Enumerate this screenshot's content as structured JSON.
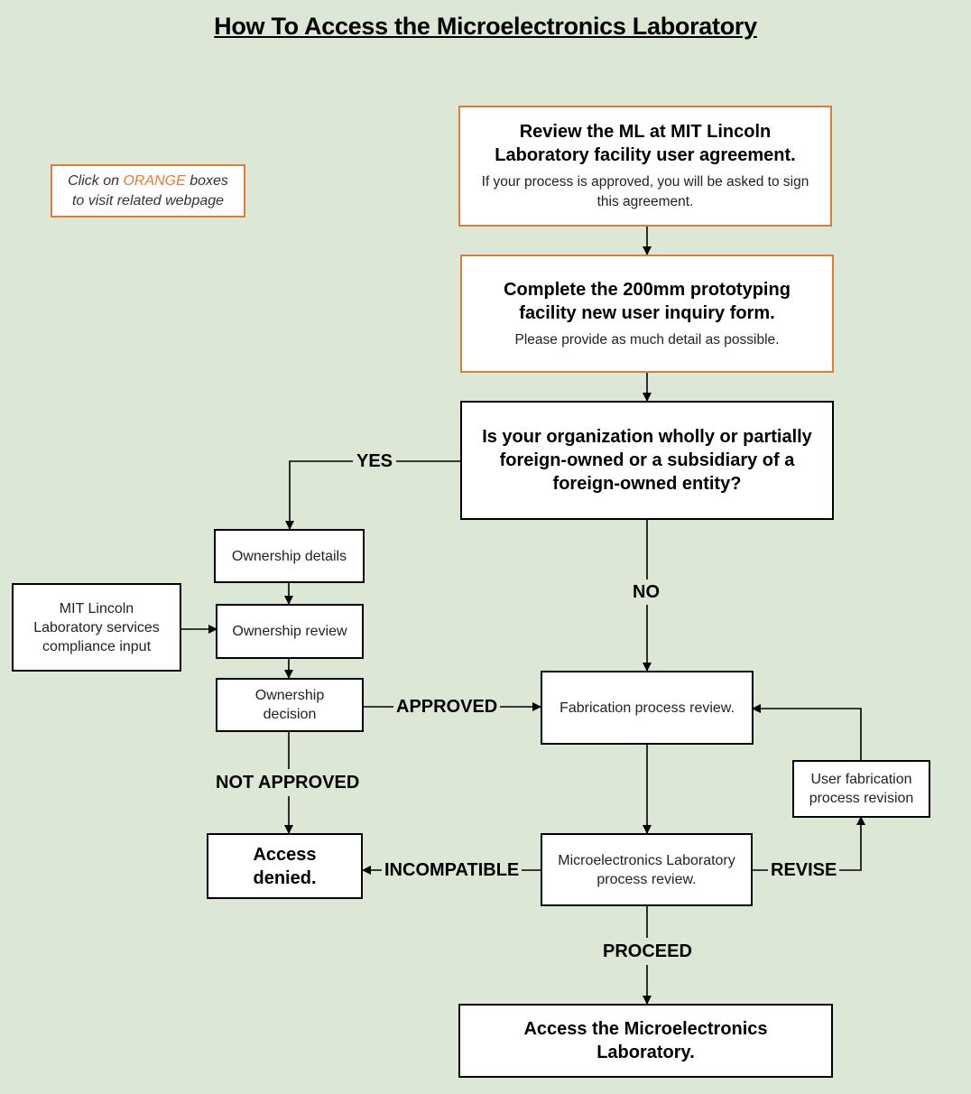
{
  "title": "How To Access the Microelectronics Laboratory",
  "note": {
    "prefix": "Click on ",
    "highlight": "ORANGE",
    "suffix": " boxes",
    "line2": "to visit related webpage"
  },
  "nodes": {
    "user_agreement": {
      "heading": "Review the ML at MIT Lincoln Laboratory facility user agreement.",
      "sub": "If your process is approved, you will be asked to sign this agreement."
    },
    "inquiry_form": {
      "heading": "Complete the 200mm prototyping facility new user inquiry form.",
      "sub": "Please provide as much detail as possible."
    },
    "foreign_owned": {
      "heading": "Is your organization wholly or partially foreign-owned or a subsidiary of a foreign-owned entity?"
    },
    "ownership_details": {
      "text": "Ownership details"
    },
    "compliance_input": {
      "text": "MIT Lincoln Laboratory services compliance input"
    },
    "ownership_review": {
      "text": "Ownership review"
    },
    "ownership_decision": {
      "text": "Ownership decision"
    },
    "fabrication_review": {
      "text": "Fabrication process review."
    },
    "user_revision": {
      "text": "User fabrication process revision"
    },
    "ml_process_review": {
      "text": "Microelectronics Laboratory process review."
    },
    "access_denied": {
      "heading": "Access denied."
    },
    "access_ml": {
      "heading": "Access the Microelectronics Laboratory."
    }
  },
  "edges": {
    "yes": "YES",
    "no": "NO",
    "approved": "APPROVED",
    "not_approved": "NOT APPROVED",
    "incompatible": "INCOMPATIBLE",
    "revise": "REVISE",
    "proceed": "PROCEED"
  },
  "colors": {
    "background": "#dce8d5",
    "orange": "#e07b39",
    "line": "#000000"
  }
}
